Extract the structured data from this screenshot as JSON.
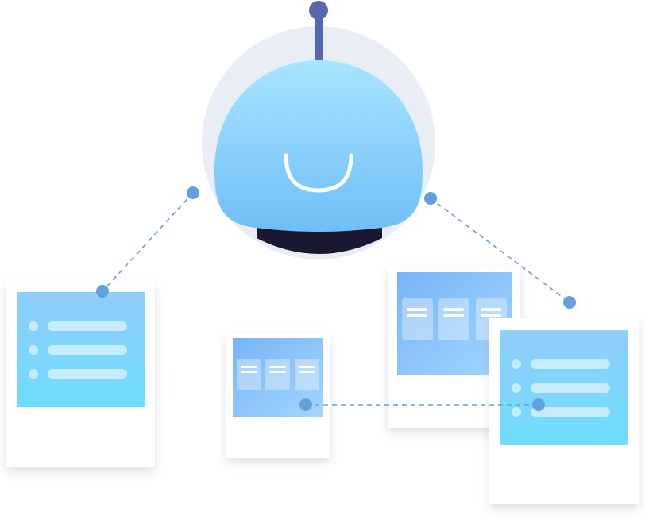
{
  "illustration": {
    "subject": "robot-head-connected-to-document-cards",
    "colors": {
      "halo": "#E9EDF6",
      "antenna": "#5467B0",
      "head_top": "#A7E5FF",
      "head_bottom": "#6FBEF8",
      "smile": "#FFFFFF",
      "neck": "#1A1831",
      "connector": "#62A0DE",
      "card": "#FFFFFF",
      "card_shadow": "#B9C3D6",
      "panel_blue_top": "#90D4FF",
      "panel_cyan_bottom": "#6EDDFF",
      "panel_gradient_a": "#7BB6F8",
      "panel_gradient_b": "#9FD4FF",
      "bullet": "#C8ECFF"
    },
    "robot": {
      "icon": "robot-head-icon",
      "expression": "smile"
    },
    "cards": [
      {
        "name": "left-list-card",
        "layout": "list",
        "rows": 3
      },
      {
        "name": "center-grid-card",
        "layout": "columns",
        "columns": 3
      },
      {
        "name": "back-grid-card",
        "layout": "columns",
        "columns": 3
      },
      {
        "name": "right-list-card",
        "layout": "list",
        "rows": 3
      }
    ],
    "connections": [
      {
        "from": "robot-head",
        "to": "left-list-card",
        "style": "dashed"
      },
      {
        "from": "robot-head",
        "to": "right-list-card",
        "style": "dashed"
      },
      {
        "from": "center-grid-card",
        "to": "right-list-card",
        "style": "dashed"
      }
    ]
  }
}
